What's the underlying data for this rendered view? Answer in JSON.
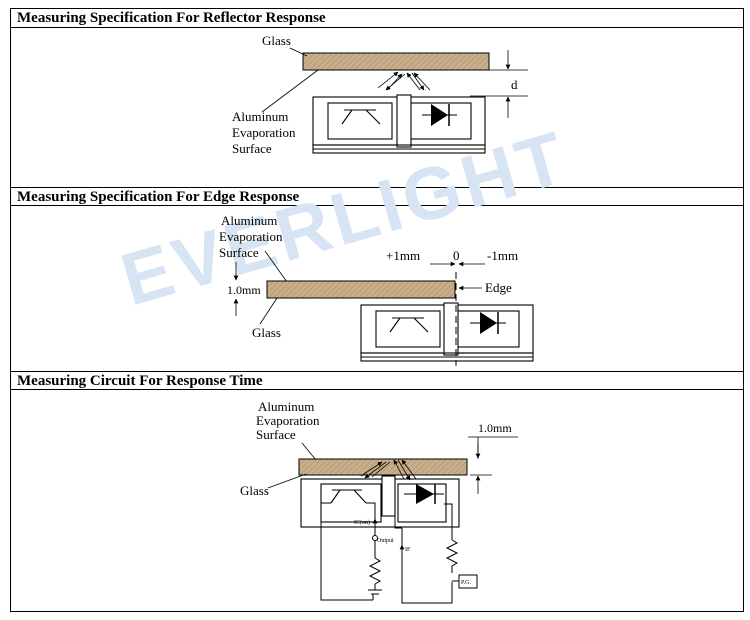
{
  "sections": [
    {
      "title": "Measuring Specification For Reflector Response"
    },
    {
      "title": "Measuring Specification For Edge Response"
    },
    {
      "title": "Measuring Circuit For Response Time"
    }
  ],
  "reflector": {
    "glass_label": "Glass",
    "surface_label": [
      "Aluminum",
      "Evaporation",
      "Surface"
    ],
    "d_label": "d"
  },
  "edge": {
    "surface_label": [
      "Aluminum",
      "Evaporation",
      "Surface"
    ],
    "thickness_label": "1.0mm",
    "glass_label": "Glass",
    "plus_label": "+1mm",
    "zero_label": "0",
    "minus_label": "-1mm",
    "edge_label": "Edge"
  },
  "circuit": {
    "surface_label": [
      "Aluminum",
      "Evaporation",
      "Surface"
    ],
    "glass_label": "Glass",
    "distance_label": "1.0mm",
    "ic_label": "IC(on)",
    "output_label": "Output",
    "if_label": "IF",
    "pg_label": "P.G."
  },
  "watermark": "EVERLIGHT",
  "colors": {
    "glass_fill": "#c8ae8b",
    "watermark": "#d6e4f3"
  }
}
